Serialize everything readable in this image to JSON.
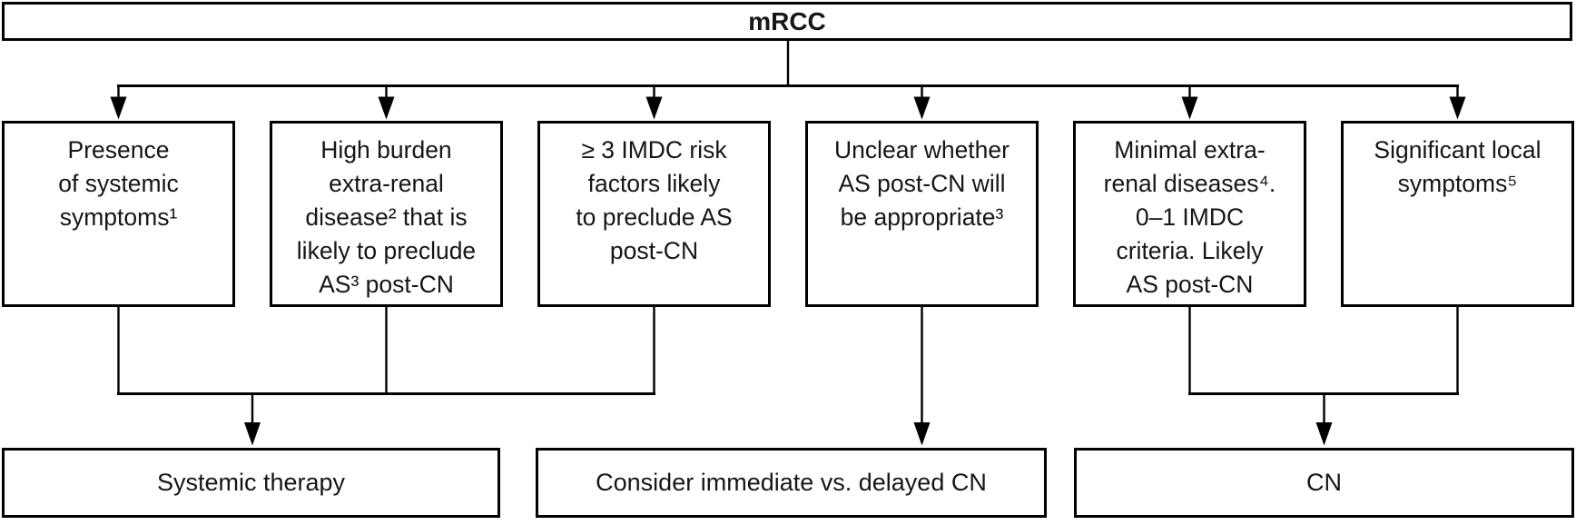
{
  "diagram": {
    "title": "mRCC",
    "criteria_boxes": [
      {
        "text": "Presence\nof systemic\nsymptoms¹"
      },
      {
        "text": "High burden\nextra-renal\ndisease² that is\nlikely to preclude\nAS³ post-CN"
      },
      {
        "text": "≥ 3 IMDC risk\nfactors likely\nto preclude AS\npost-CN"
      },
      {
        "text": "Unclear whether\nAS post-CN will\nbe appropriate³"
      },
      {
        "text": "Minimal extra-\nrenal diseases⁴.\n0–1 IMDC\ncriteria. Likely\nAS post-CN"
      },
      {
        "text": "Significant local\nsymptoms⁵"
      }
    ],
    "outcome_boxes": [
      {
        "text": "Systemic therapy"
      },
      {
        "text": "Consider immediate vs. delayed CN"
      },
      {
        "text": "CN"
      }
    ],
    "colors": {
      "line": "#000000",
      "text": "#161616",
      "background": "#ffffff"
    }
  }
}
